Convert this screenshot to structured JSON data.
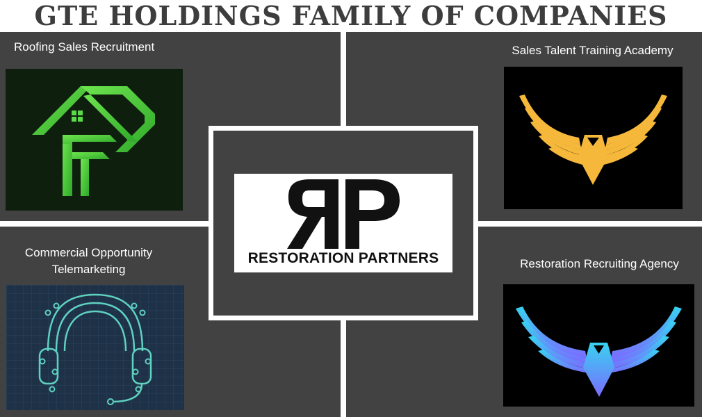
{
  "title": "GTE HOLDINGS FAMILY OF COMPANIES",
  "companies": {
    "top_left": {
      "name": "Roofing Sales Recruitment"
    },
    "top_right": {
      "name": "Sales Talent Training Academy"
    },
    "bottom_left": {
      "name_line1": "Commercial Opportunity",
      "name_line2": "Telemarketing"
    },
    "bottom_right": {
      "name": "Restoration Recruiting Agency"
    },
    "center": {
      "monogram": "RP",
      "name": "RESTORATION PARTNERS"
    }
  },
  "colors": {
    "panel": "#424242",
    "divider": "#ffffff",
    "title_text": "#3d3d3d",
    "roofing_green": "#4cd13a",
    "training_gold": "#f5b83a",
    "telemarketing_teal": "#5fd1c1",
    "recruiting_gradient_start": "#37d3f0",
    "recruiting_gradient_end": "#7a6cff"
  },
  "icons": {
    "top_left": "house-letter-p-logo",
    "top_right": "golden-eagle-logo",
    "bottom_left": "circuit-headset-logo",
    "bottom_right": "gradient-eagle-logo",
    "center": "rp-monogram-logo"
  }
}
